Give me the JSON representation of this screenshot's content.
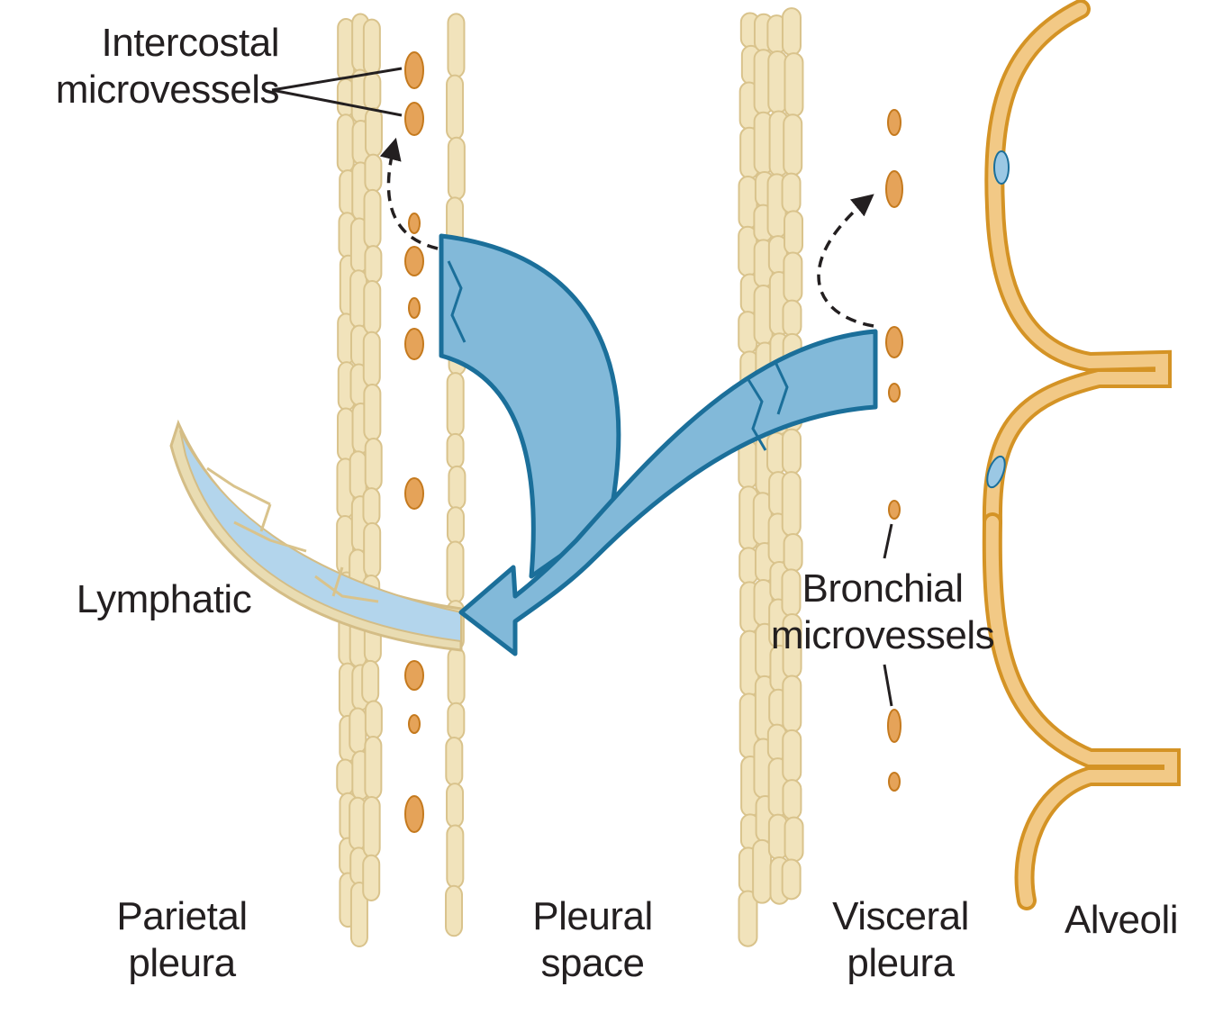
{
  "labels": {
    "intercostal": [
      "Intercostal",
      "microvessels"
    ],
    "lymphatic": "Lymphatic",
    "bronchial": [
      "Bronchial",
      "microvessels"
    ],
    "parietal": [
      "Parietal",
      "pleura"
    ],
    "pleural_space": [
      "Pleural",
      "space"
    ],
    "visceral": [
      "Visceral",
      "pleura"
    ],
    "alveoli": "Alveoli"
  },
  "colors": {
    "cell_fill": "#f1e3bb",
    "cell_stroke": "#d9c38c",
    "vessel_fill": "#e5a359",
    "vessel_stroke": "#c57a1e",
    "flow_fill": "#7fb6d8",
    "flow_stroke": "#1b6f9a",
    "lymph_fill": "#b3d5ec",
    "alveoli_fill": "#f2c986",
    "alveoli_stroke": "#d49325",
    "text": "#231f20"
  }
}
